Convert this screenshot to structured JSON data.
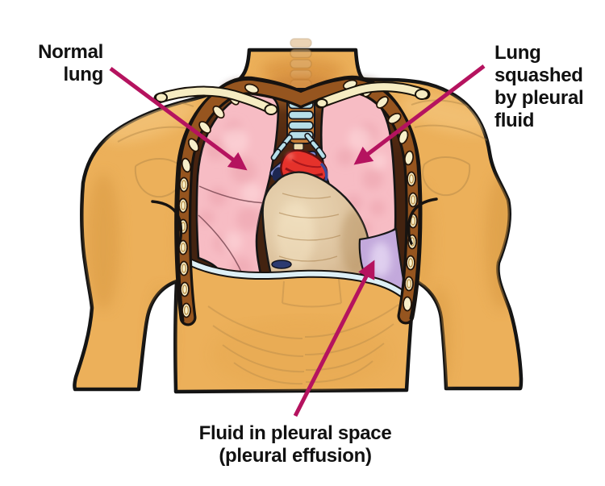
{
  "figure": {
    "title": "Pleural effusion diagram",
    "description": "Illustration of an open chest showing a normal lung on one side and a lung squashed by pleural fluid on the other, with fluid collected in the pleural space above the diaphragm."
  },
  "labels": {
    "normal_lung": "Normal\nlung",
    "squashed_lung": "Lung\nsquashed\nby pleural\nfluid",
    "caption": "Fluid in pleural space\n(pleural effusion)"
  },
  "annotations": [
    {
      "label": "Normal lung",
      "points_to": "left-lung"
    },
    {
      "label": "Lung squashed by pleural fluid",
      "points_to": "right-lung"
    },
    {
      "label": "Fluid in pleural space (pleural effusion)",
      "points_to": "pleural-fluid"
    }
  ],
  "colors": {
    "arrow": "#b5135f",
    "label_text": "#111111",
    "skin": "#ecb05a",
    "outline": "#141414",
    "lung_pink": "#f7bcc4",
    "rib_band": "#96551f",
    "rib_oval": "#f7efca",
    "cavity_dark": "#4f2a10",
    "mediastinum": "#dcc19c",
    "heart_red": "#e5322b",
    "vessel_blue": "#7d8bd2",
    "trachea_blue": "#b7dfe9",
    "diaphragm_blue": "#ddeff6",
    "pleural_fluid": "#c3a9dc",
    "bone_cream": "#f6ecc2",
    "background": "#ffffff"
  }
}
